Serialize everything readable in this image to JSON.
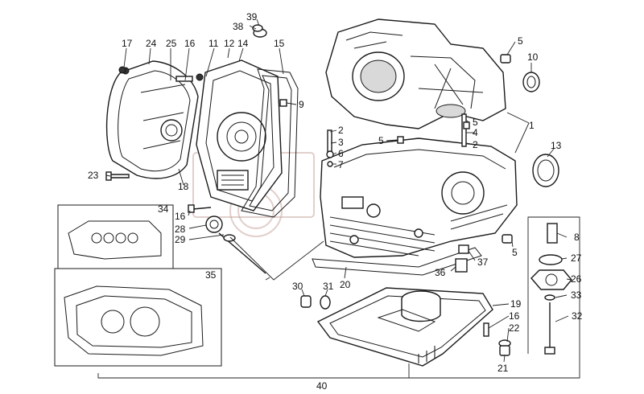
{
  "callouts": [
    {
      "id": "c39",
      "text": "39"
    },
    {
      "id": "c38",
      "text": "38"
    },
    {
      "id": "c17",
      "text": "17"
    },
    {
      "id": "c24",
      "text": "24"
    },
    {
      "id": "c25",
      "text": "25"
    },
    {
      "id": "c16a",
      "text": "16"
    },
    {
      "id": "c11",
      "text": "11"
    },
    {
      "id": "c12",
      "text": "12"
    },
    {
      "id": "c14",
      "text": "14"
    },
    {
      "id": "c15",
      "text": "15"
    },
    {
      "id": "c5a",
      "text": "5"
    },
    {
      "id": "c10",
      "text": "10"
    },
    {
      "id": "c9",
      "text": "9"
    },
    {
      "id": "c2a",
      "text": "2"
    },
    {
      "id": "c3",
      "text": "3"
    },
    {
      "id": "c6",
      "text": "6"
    },
    {
      "id": "c7",
      "text": "7"
    },
    {
      "id": "c5b",
      "text": "5"
    },
    {
      "id": "c5c",
      "text": "5"
    },
    {
      "id": "c4",
      "text": "4"
    },
    {
      "id": "c2b",
      "text": "2"
    },
    {
      "id": "c1",
      "text": "1"
    },
    {
      "id": "c13",
      "text": "13"
    },
    {
      "id": "c23",
      "text": "23"
    },
    {
      "id": "c18",
      "text": "18"
    },
    {
      "id": "c34",
      "text": "34"
    },
    {
      "id": "c16b",
      "text": "16"
    },
    {
      "id": "c28",
      "text": "28"
    },
    {
      "id": "c29",
      "text": "29"
    },
    {
      "id": "c35",
      "text": "35"
    },
    {
      "id": "c8",
      "text": "8"
    },
    {
      "id": "c27",
      "text": "27"
    },
    {
      "id": "c5d",
      "text": "5"
    },
    {
      "id": "c37",
      "text": "37"
    },
    {
      "id": "c36",
      "text": "36"
    },
    {
      "id": "c26",
      "text": "26"
    },
    {
      "id": "c30",
      "text": "30"
    },
    {
      "id": "c31",
      "text": "31"
    },
    {
      "id": "c20",
      "text": "20"
    },
    {
      "id": "c33",
      "text": "33"
    },
    {
      "id": "c19",
      "text": "19"
    },
    {
      "id": "c32",
      "text": "32"
    },
    {
      "id": "c16c",
      "text": "16"
    },
    {
      "id": "c22",
      "text": "22"
    },
    {
      "id": "c21",
      "text": "21"
    },
    {
      "id": "c40",
      "text": "40"
    }
  ]
}
